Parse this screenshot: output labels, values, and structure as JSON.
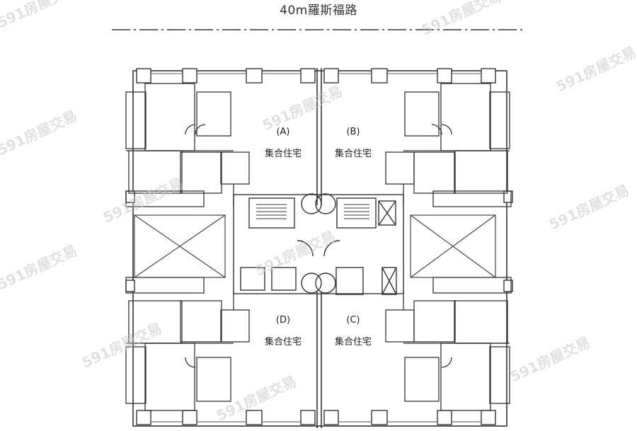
{
  "road_label": "40m羅斯福路",
  "units": [
    {
      "id": "A",
      "code": "(A)",
      "use": "集合住宅"
    },
    {
      "id": "B",
      "code": "(B)",
      "use": "集合住宅"
    },
    {
      "id": "D",
      "code": "(D)",
      "use": "集合住宅"
    },
    {
      "id": "C",
      "code": "(C)",
      "use": "集合住宅"
    }
  ],
  "watermark": "591房屋交易",
  "colors": {
    "line": "#333333",
    "lightline": "#777777",
    "watermark": "#c8c8c8"
  }
}
